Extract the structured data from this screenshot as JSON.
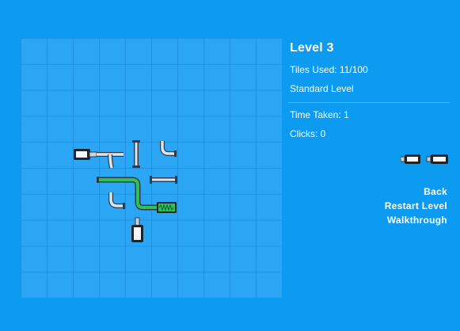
{
  "panel": {
    "level_title": "Level 3",
    "tiles_used": "Tiles Used: 11/100",
    "level_type": "Standard Level",
    "time_taken": "Time Taken: 1",
    "clicks": "Clicks: 0"
  },
  "menu": {
    "back": "Back",
    "restart": "Restart Level",
    "walkthrough": "Walkthrough"
  },
  "board": {
    "columns": 10,
    "rows": 10,
    "pieces": [
      "source-tap",
      "tee-pipe",
      "straight-vertical",
      "elbow",
      "long-bend-pipe-filled",
      "straight-horizontal",
      "elbow",
      "drain-outlet-filled",
      "drain-outlet"
    ]
  },
  "preview": {
    "next_pieces": [
      "end-cap",
      "end-cap"
    ]
  },
  "colors": {
    "background": "#0d9bf2",
    "board": "#2ba6f5",
    "pipe_empty": "#dde5ee",
    "pipe_filled": "#2ec05a",
    "pipe_outline": "#2f3b46"
  }
}
